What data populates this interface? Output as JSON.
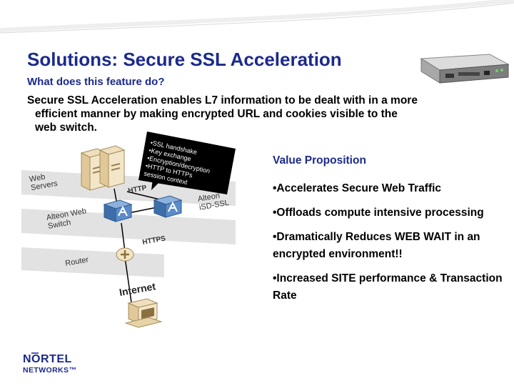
{
  "slide": {
    "title": "Solutions: Secure SSL Acceleration",
    "question": "What does this feature do?",
    "description_line1": "Secure SSL Acceleration enables L7 information to be dealt with in a more",
    "description_line2": "efficient manner by making encrypted URL and cookies visible to the",
    "description_line3": "web switch."
  },
  "diagram": {
    "callout": [
      "•SSL handshake",
      "•Key exchange",
      "•Encryption/decryption",
      "•HTTP to HTTPs",
      "  session context"
    ],
    "web_servers": [
      "Web",
      "Servers"
    ],
    "http": "HTTP",
    "alteon_ssl": [
      "Alteon",
      "iSD-SSL"
    ],
    "alteon_switch": [
      "Alteon Web",
      "Switch"
    ],
    "https": "HTTPS",
    "router": "Router",
    "internet": "Internet"
  },
  "value_proposition": {
    "heading": "Value Proposition",
    "items": [
      "•Accelerates Secure Web Traffic",
      "•Offloads compute intensive processing",
      "•Dramatically Reduces WEB WAIT in an encrypted environment!!",
      "•Increased SITE performance & Transaction Rate"
    ]
  },
  "logo": {
    "line1": "NORTEL",
    "line2": "NETWORKS™"
  },
  "colors": {
    "title_blue": "#1b2a8c",
    "band_gray": "#e2e2e2",
    "device_blue": "#4a7ab5"
  }
}
